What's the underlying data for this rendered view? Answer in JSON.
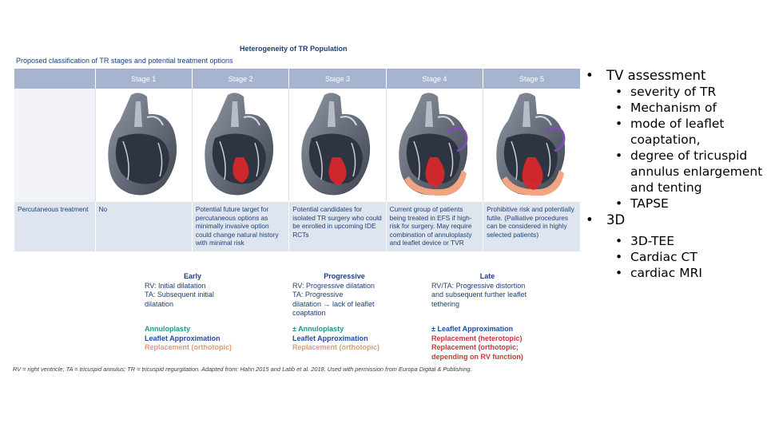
{
  "figure": {
    "title": "Heterogeneity of TR Population",
    "subtitle": "Proposed classification of TR stages and potential treatment options",
    "stages": [
      "Stage 1",
      "Stage 2",
      "Stage 3",
      "Stage 4",
      "Stage 5"
    ],
    "row_label": "Percutaneous treatment",
    "cells": [
      "No",
      "Potential future target for percutaneous options as minimally invasive option could change natural history with minimal risk",
      "Potential candidates for isolated TR surgery who could be enrolled in upcoming IDE RCTs",
      "Current group of patients being treated in EFS if high-risk for surgery. May require combination of annuloplasty and leaflet device or TVR",
      "Prohibitive risk and potentially futile. (Palliative procedures can be considered in highly selected patients)"
    ],
    "phases": [
      {
        "title": "Early",
        "lines": [
          "RV: Initial dilatation",
          "TA: Subsequent initial",
          "dilatation"
        ],
        "treatments": [
          {
            "text": "Annuloplasty",
            "color": "#1e9a86"
          },
          {
            "text": "Leaflet Approximation",
            "color": "#1e4e9c"
          },
          {
            "text": "Replacement (orthotopic)",
            "color": "#e09a73"
          }
        ]
      },
      {
        "title": "Progressive",
        "lines": [
          "RV: Progressive dilatation",
          "TA: Progressive",
          "dilatation → lack of leaflet",
          "coaptation"
        ],
        "treatments": [
          {
            "text": "± Annuloplasty",
            "color": "#1e9a86"
          },
          {
            "text": "Leaflet Approximation",
            "color": "#1e4e9c"
          },
          {
            "text": "Replacement (orthotopic)",
            "color": "#e09a73"
          }
        ]
      },
      {
        "title": "Late",
        "lines": [
          "RV/TA: Progressive distortion",
          "and subsequent further leaflet",
          "tethering"
        ],
        "treatments": [
          {
            "text": "± Leaflet Approximation",
            "color": "#1e4e9c"
          },
          {
            "text": "Replacement (heterotopic)",
            "color": "#c8373a"
          },
          {
            "text": "Replacement (orthotopic;",
            "color": "#c8373a"
          },
          {
            "text": "depending on RV function)",
            "color": "#c8373a"
          }
        ]
      }
    ],
    "footnote": "RV = right ventricle; TA = tricuspid annulus; TR = tricuspid regurgitation. Adapted from: Hahn 2015 and Latib et al. 2018. Used with permission from Europa Digital & Publishing."
  },
  "bullets": {
    "tv_assessment": "TV assessment",
    "tv_items": [
      "severity of TR",
      "Mechanism of",
      "mode of leaflet coaptation,",
      "degree of tricuspid annulus enlargement and tenting",
      "TAPSE"
    ],
    "three_d": "3D",
    "three_d_items": [
      "3D-TEE",
      "Cardiac CT",
      "cardiac MRI"
    ]
  },
  "colors": {
    "header": "#a7b4cf",
    "row_bg": "#dfe5ef",
    "text_navy": "#1d3f78",
    "jet": "#d8282b",
    "ventricle_pink": "#f2a483",
    "valve_purple": "#7a4fb0"
  }
}
